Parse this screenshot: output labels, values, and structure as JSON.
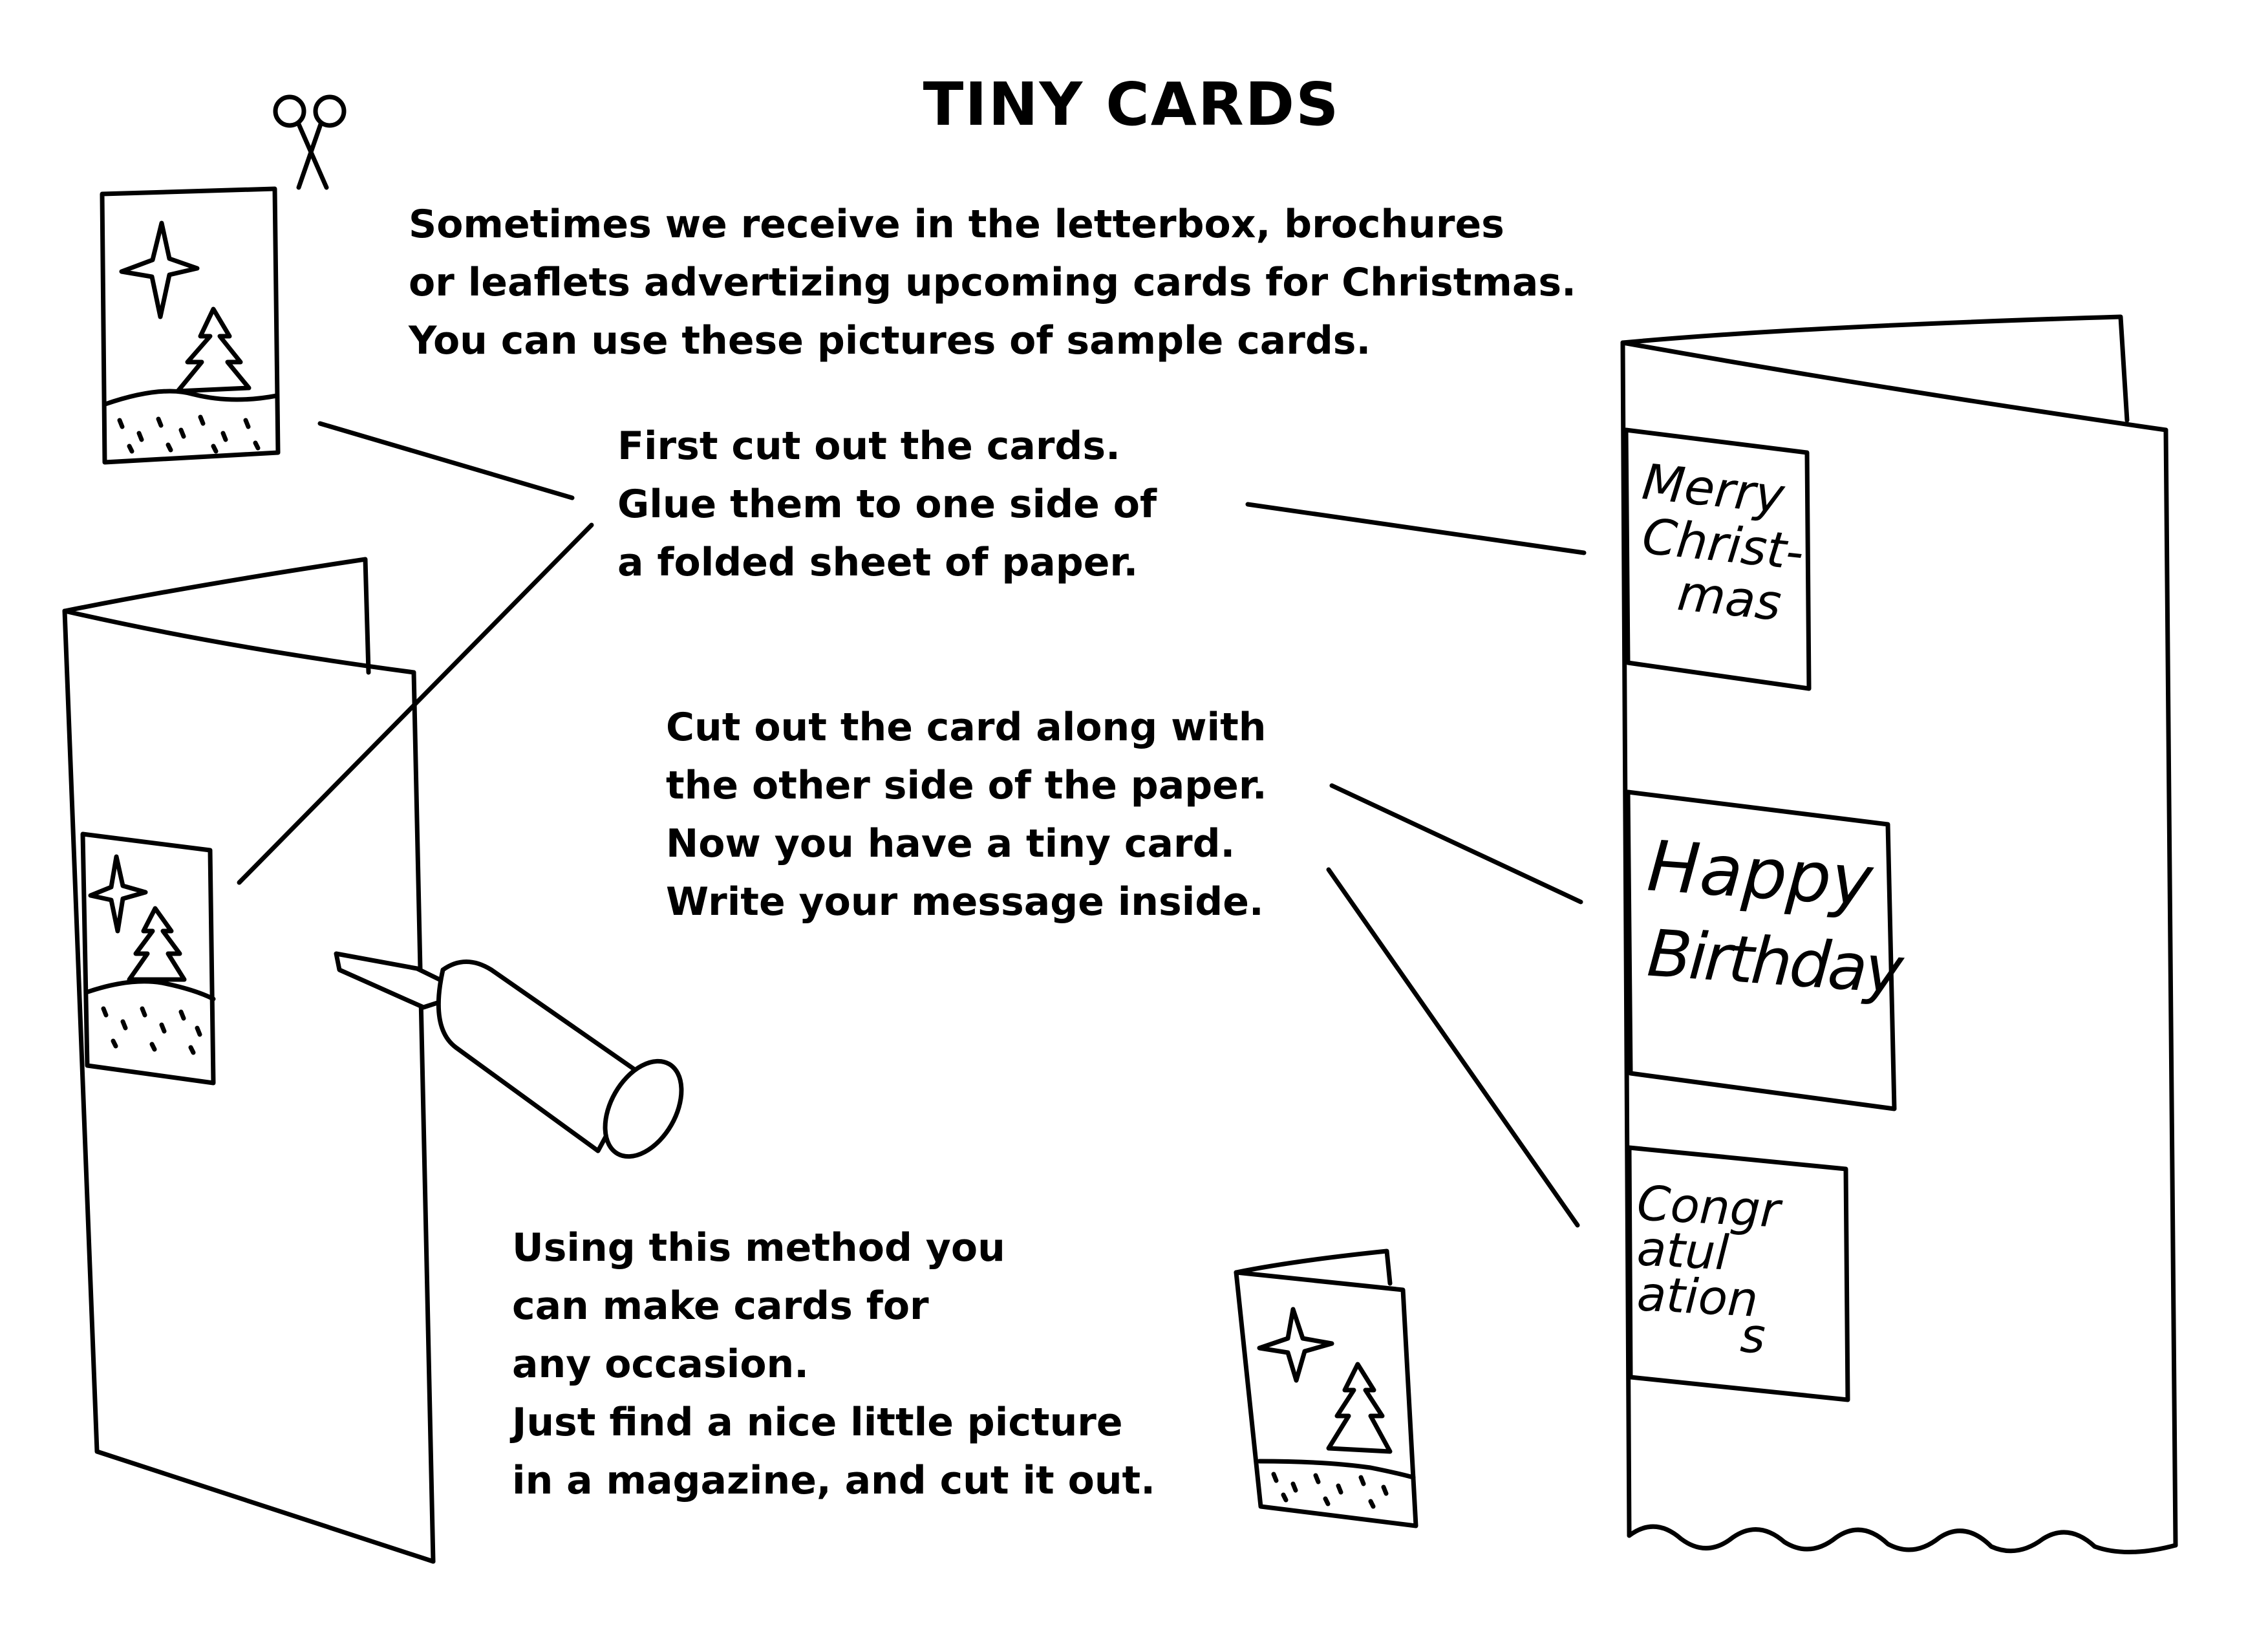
{
  "title": "TINY CARDS",
  "intro": {
    "line1": "Sometimes we receive in the letterbox, brochures",
    "line2": "or leaflets advertizing upcoming cards for Christmas.",
    "line3": "You can use these pictures of sample cards."
  },
  "step1": {
    "line1": "First cut out the cards.",
    "line2": "Glue them to one side of",
    "line3": "a folded sheet of paper."
  },
  "step2": {
    "line1": "Cut out the card along with",
    "line2": "the other side of the paper.",
    "line3": "Now you have a tiny card.",
    "line4": "Write your message inside."
  },
  "step3": {
    "line1": "Using this method you",
    "line2": "can make cards for",
    "line3": "any occasion.",
    "line4": "Just find a nice little picture",
    "line5": "in a magazine, and cut it out."
  },
  "cards": {
    "christmas": [
      "Merry",
      "Christ-",
      "mas"
    ],
    "birthday": [
      "Happy",
      "Birthday"
    ],
    "congrats": [
      "Congr",
      "atul",
      "ation",
      "s"
    ]
  }
}
